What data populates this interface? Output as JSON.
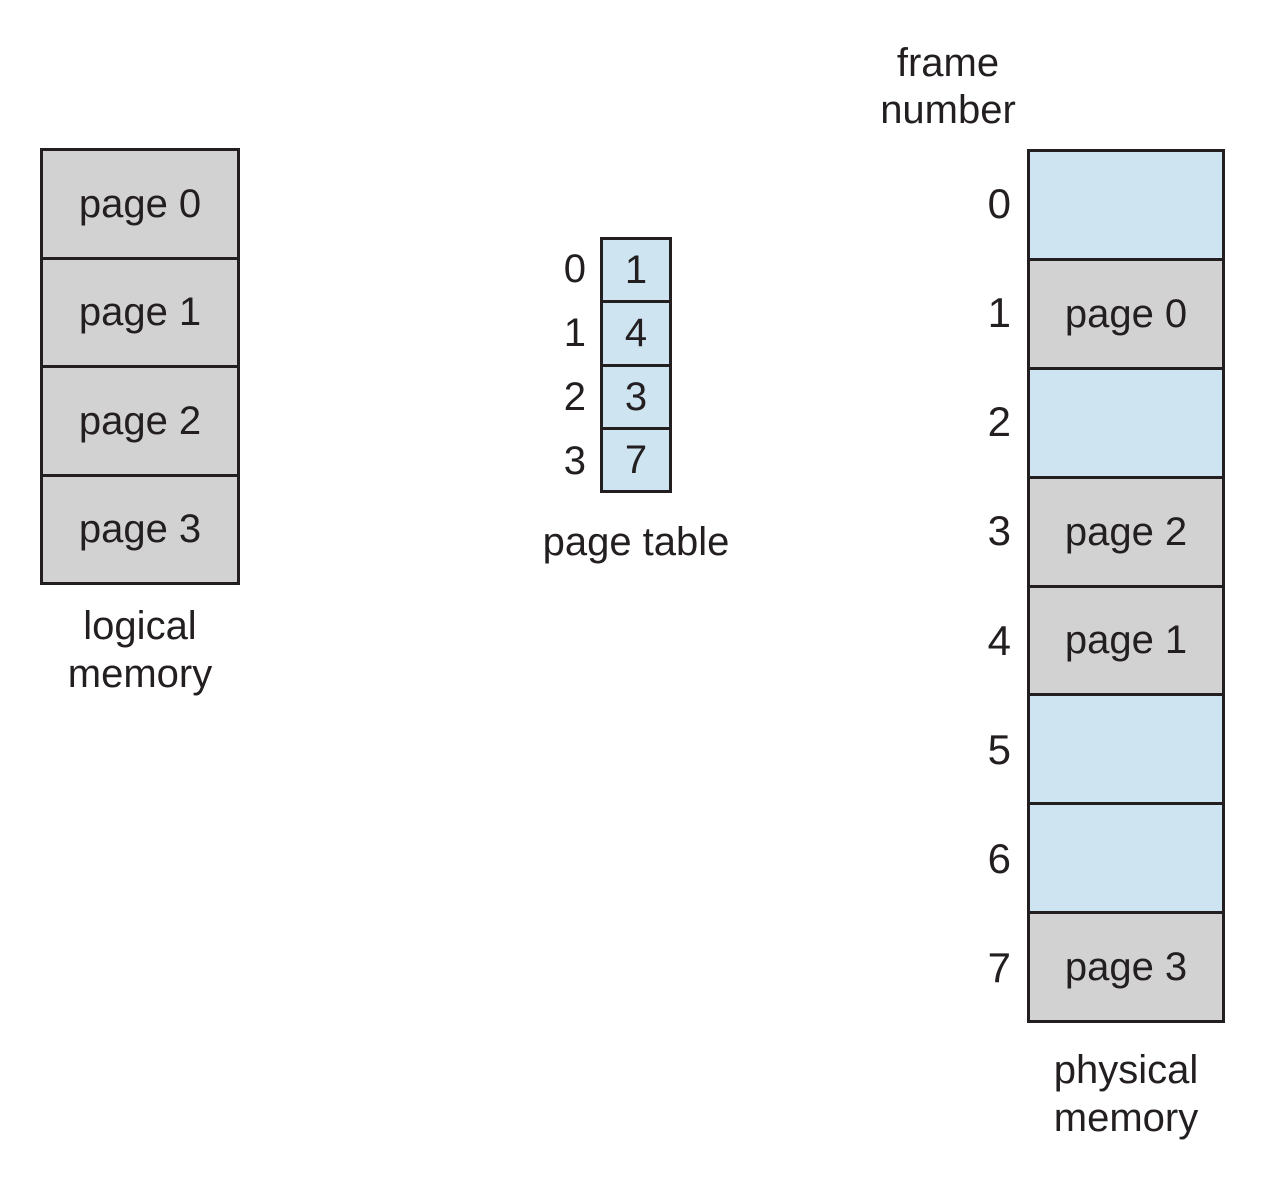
{
  "colors": {
    "background": "#ffffff",
    "line": "#231f20",
    "text": "#231f20",
    "used_fill": "#d2d2d2",
    "free_fill": "#cee4f1"
  },
  "logical_memory": {
    "label": "logical\nmemory",
    "pages": [
      "page 0",
      "page 1",
      "page 2",
      "page 3"
    ]
  },
  "page_table": {
    "label": "page table",
    "indices": [
      "0",
      "1",
      "2",
      "3"
    ],
    "values": [
      "1",
      "4",
      "3",
      "7"
    ]
  },
  "physical_memory": {
    "title": "frame\nnumber",
    "label": "physical\nmemory",
    "frames": [
      {
        "number": "0",
        "content": "",
        "type": "free"
      },
      {
        "number": "1",
        "content": "page 0",
        "type": "used"
      },
      {
        "number": "2",
        "content": "",
        "type": "free"
      },
      {
        "number": "3",
        "content": "page 2",
        "type": "used"
      },
      {
        "number": "4",
        "content": "page 1",
        "type": "used"
      },
      {
        "number": "5",
        "content": "",
        "type": "free"
      },
      {
        "number": "6",
        "content": "",
        "type": "free"
      },
      {
        "number": "7",
        "content": "page 3",
        "type": "used"
      }
    ]
  }
}
